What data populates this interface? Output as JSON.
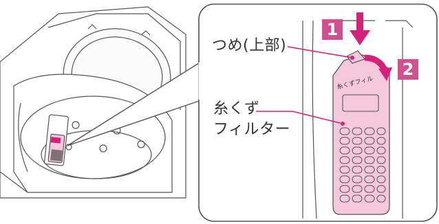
{
  "labels": {
    "claw": "つめ(上部)",
    "filter_line1": "糸くず",
    "filter_line2": "フィルター",
    "filter_marking": "糸くずフィル"
  },
  "steps": [
    "1",
    "2"
  ],
  "colors": {
    "accent": "#d4227a",
    "badge": "#d0508e",
    "filter_fill": "#f6c8dc",
    "line": "#555555"
  }
}
